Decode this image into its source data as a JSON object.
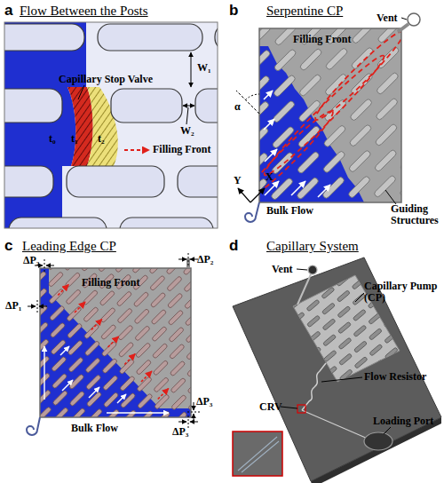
{
  "diagram": {
    "nodes": [
      {
        "text": [
          "a",
          "Flow Between the Posts"
        ]
      },
      {
        "text": [
          "b",
          "Serpentine CP"
        ]
      },
      {
        "text": [
          "c",
          "Leading Edge CP"
        ]
      },
      {
        "text": [
          "d",
          "Capillary System"
        ]
      }
    ],
    "labels": [
      "W₁",
      "Capillary Stop Valve",
      "W₂",
      "t₀",
      "t₁",
      "t₂",
      "Filling Front",
      "Vent",
      "Filling Front",
      "α",
      "Y",
      "X",
      "Bulk Flow",
      "Guiding Structures",
      "ΔP₂",
      "ΔP₂",
      "ΔP₁",
      "Filling Front",
      "ΔP₃",
      "ΔP₃",
      "Bulk Flow",
      "Vent",
      "Capillary Pump (CP)",
      "Flow Resistor",
      "CRV",
      "Loading Port"
    ]
  }
}
